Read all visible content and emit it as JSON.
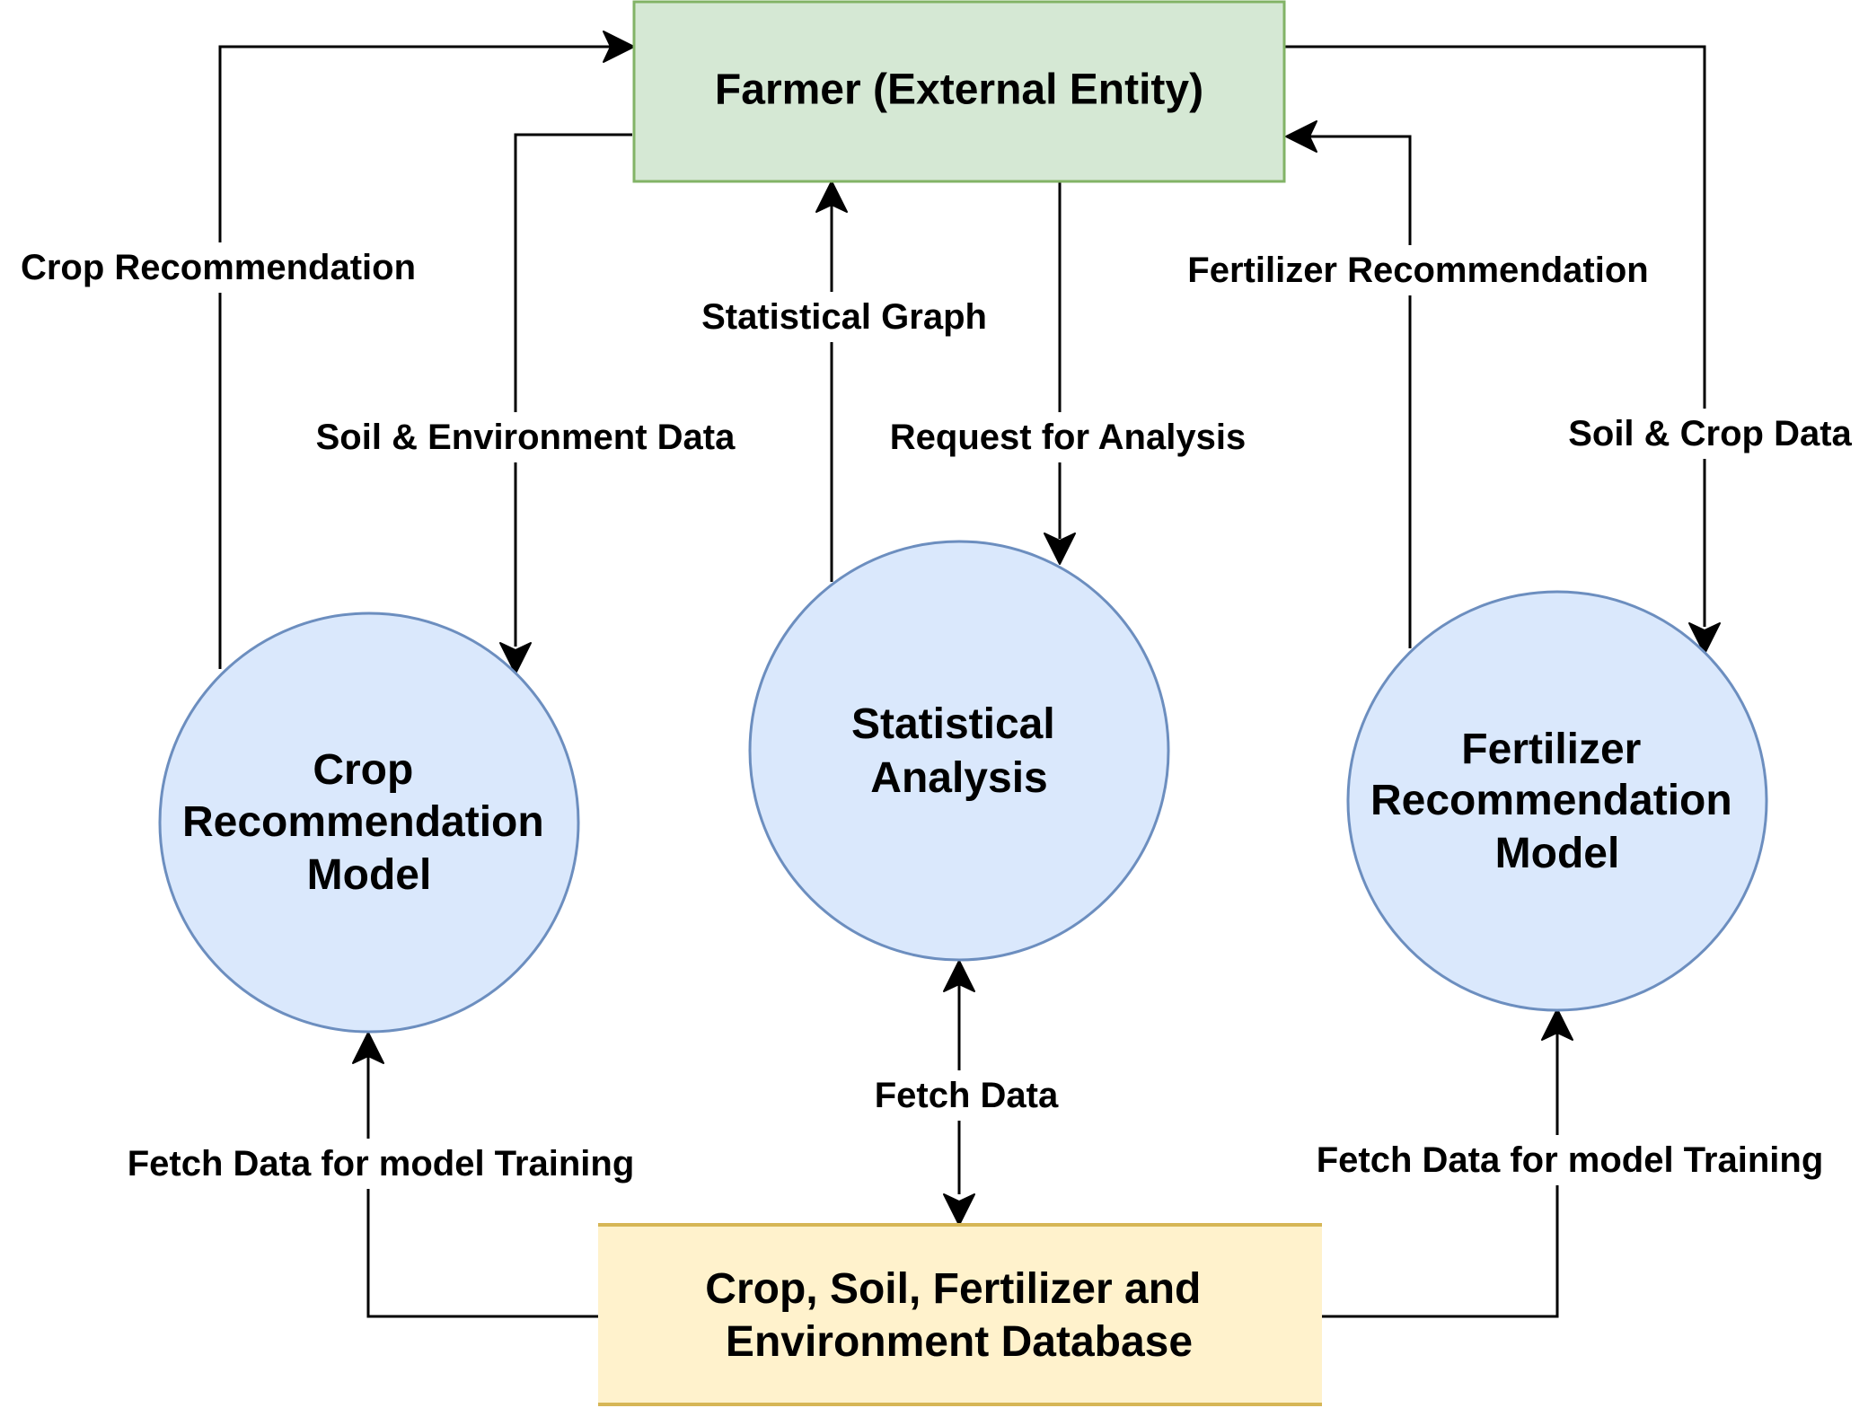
{
  "nodes": {
    "farmer": {
      "label": "Farmer (External Entity)"
    },
    "crop_model": {
      "label": [
        "Crop",
        "Recommendation",
        "Model"
      ]
    },
    "stat_analysis": {
      "label": [
        "Statistical",
        "Analysis"
      ]
    },
    "fert_model": {
      "label": [
        "Fertilizer",
        "Recommendation",
        "Model"
      ]
    },
    "database": {
      "label": [
        "Crop, Soil, Fertilizer and",
        "Environment Database"
      ]
    }
  },
  "edges": {
    "crop_recommendation": "Crop Recommendation",
    "soil_env_data": "Soil & Environment Data",
    "statistical_graph": "Statistical Graph",
    "request_analysis": "Request for Analysis",
    "fertilizer_recommendation": "Fertilizer Recommendation",
    "soil_crop_data": "Soil & Crop Data",
    "fetch_training_crop": "Fetch Data for model Training",
    "fetch_data": "Fetch Data",
    "fetch_training_fert": "Fetch Data for model Training"
  },
  "colors": {
    "farmer_fill": "#d5e8d4",
    "farmer_stroke": "#82b366",
    "process_fill": "#dae8fc",
    "process_stroke": "#6c8ebf",
    "database_fill": "#fff2cc",
    "database_stroke": "#d6b656"
  }
}
